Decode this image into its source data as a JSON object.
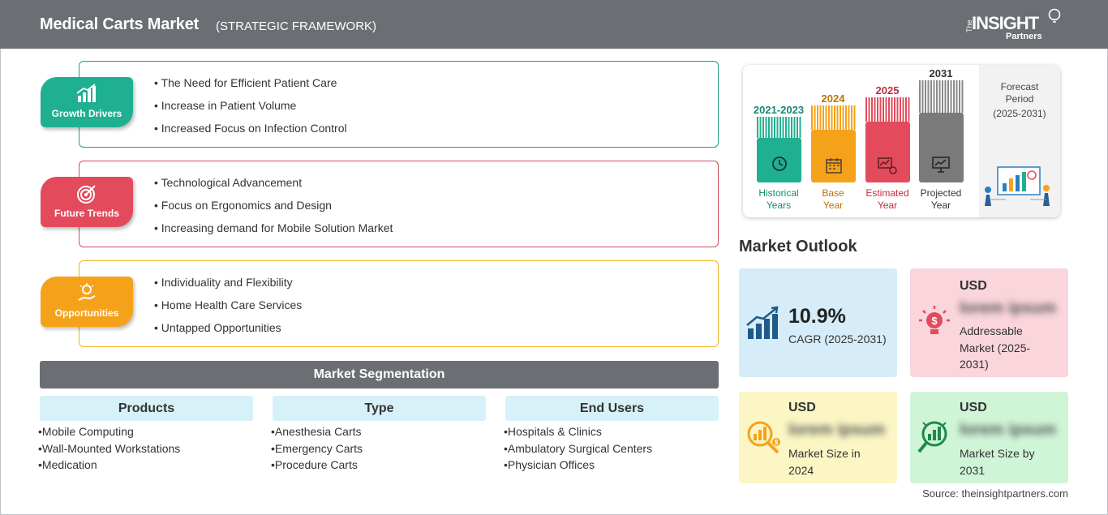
{
  "header": {
    "title": "Medical Carts Market",
    "subtitle": "(STRATEGIC FRAMEWORK)",
    "logo": {
      "the": "The",
      "insight": "INSIGHT",
      "partners": "Partners"
    }
  },
  "framework": {
    "growth_drivers": {
      "label": "Growth Drivers",
      "color": "#1fb092",
      "items": [
        "The Need for Efficient Patient Care",
        "Increase in Patient Volume",
        "Increased Focus on Infection Control"
      ]
    },
    "future_trends": {
      "label": "Future Trends",
      "color": "#e34b5d",
      "items": [
        "Technological Advancement",
        "Focus on Ergonomics and Design",
        "Increasing demand for Mobile Solution Market"
      ]
    },
    "opportunities": {
      "label": "Opportunities",
      "color": "#f5a21b",
      "items": [
        "Individuality and Flexibility",
        "Home Health Care Services",
        "Untapped Opportunities"
      ]
    }
  },
  "segmentation": {
    "title": "Market Segmentation",
    "columns": [
      {
        "header": "Products",
        "items": [
          "Mobile Computing",
          "Wall-Mounted Workstations",
          "Medication"
        ]
      },
      {
        "header": "Type",
        "items": [
          "Anesthesia Carts",
          "Emergency Carts",
          "Procedure Carts"
        ]
      },
      {
        "header": "End Users",
        "items": [
          "Hospitals & Clinics",
          "Ambulatory Surgical Centers",
          "Physician Offices"
        ]
      }
    ]
  },
  "timeline": {
    "periods": [
      {
        "year": "2021-2023",
        "caption_line1": "Historical",
        "caption_line2": "Years",
        "color": "#1fb092",
        "icon": "history-icon"
      },
      {
        "year": "2024",
        "caption_line1": "Base",
        "caption_line2": "Year",
        "color": "#f5a21b",
        "icon": "calendar-icon"
      },
      {
        "year": "2025",
        "caption_line1": "Estimated",
        "caption_line2": "Year",
        "color": "#e34b5d",
        "icon": "gear-chart-icon"
      },
      {
        "year": "2031",
        "caption_line1": "Projected",
        "caption_line2": "Year",
        "color": "#7a7a7a",
        "icon": "presentation-icon"
      }
    ],
    "forecast_line1": "Forecast",
    "forecast_line2": "Period",
    "forecast_line3": "(2025-2031)"
  },
  "outlook": {
    "title": "Market Outlook",
    "cagr": {
      "value": "10.9%",
      "label": "CAGR (2025-2031)"
    },
    "addressable": {
      "currency": "USD",
      "value": "lorem ipsum",
      "label": "Addressable Market (2025-2031)"
    },
    "size_2024": {
      "currency": "USD",
      "value": "lorem ipsum",
      "label": "Market Size in 2024"
    },
    "size_2031": {
      "currency": "USD",
      "value": "lorem ipsum",
      "label": "Market Size by 2031"
    }
  },
  "source": "Source: theinsightpartners.com"
}
